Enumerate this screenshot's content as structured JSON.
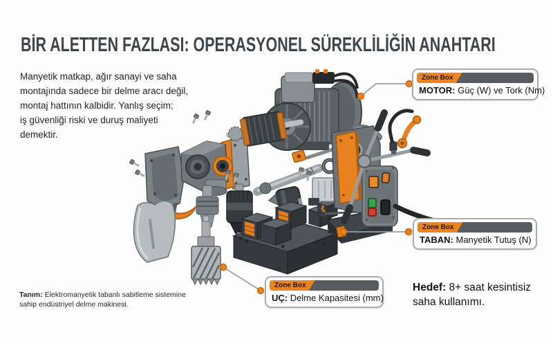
{
  "title": "BİR ALETTEN FAZLASI: OPERASYONEL SÜREKLİLİĞİN ANAHTARI",
  "intro": "Manyetik matkap, ağır sanayi ve saha\nmontajında sadece bir delme aracı değil,\nmontaj hattının kalbidir. Yanlış seçim;\niş güvenliği riski ve duruş maliyeti\ndemektir.",
  "callouts": {
    "motor": {
      "tag": "Zone Box",
      "label": "MOTOR:",
      "text": "Güç (W) ve Tork (Nm)"
    },
    "taban": {
      "tag": "Zone Box",
      "label": "TABAN:",
      "text": "Manyetik Tutuş (N)"
    },
    "uc": {
      "tag": "Zone Box",
      "label": "UÇ:",
      "text": "Delme Kapasitesi (mm)"
    }
  },
  "footer": {
    "definition_label": "Tanım:",
    "definition_text": "Elektromanyetik tabanlı sabitleme sistemine\nsahip endüstriyel delme makinesi.",
    "goal_label": "Hedef:",
    "goal_text": "8+ saat kesintisiz\nsaha kullanımı."
  },
  "colors": {
    "accent_orange": "#E8821E",
    "tab_orange": "#EE8421",
    "header_slate": "#565C5F",
    "title_color": "#3E464C",
    "box_border": "#A7ACAE",
    "callout_line": "#9AA0A3",
    "machine_dark": "#34393D",
    "machine_mid": "#6D7478",
    "machine_light": "#B6BBBD"
  }
}
